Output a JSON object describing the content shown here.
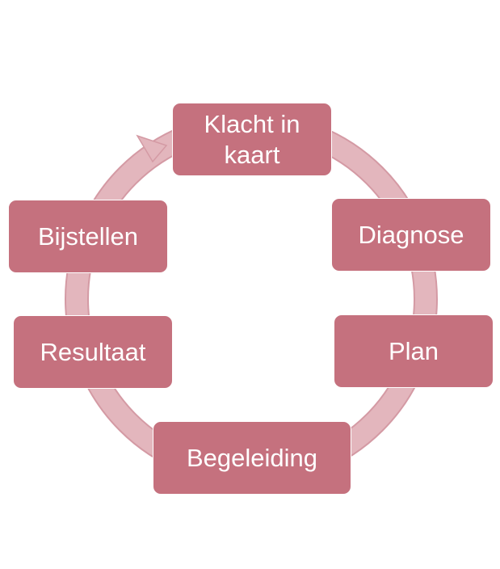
{
  "diagram": {
    "type": "cycle",
    "colors": {
      "node_fill": "#c5717e",
      "ring": "#e3b6bd",
      "ring_edge": "#d49aa4",
      "text": "#ffffff"
    },
    "steps": [
      {
        "label": "Klacht in\nkaart"
      },
      {
        "label": "Diagnose"
      },
      {
        "label": "Plan"
      },
      {
        "label": "Begeleiding"
      },
      {
        "label": "Resultaat"
      },
      {
        "label": "Bijstellen"
      }
    ]
  }
}
